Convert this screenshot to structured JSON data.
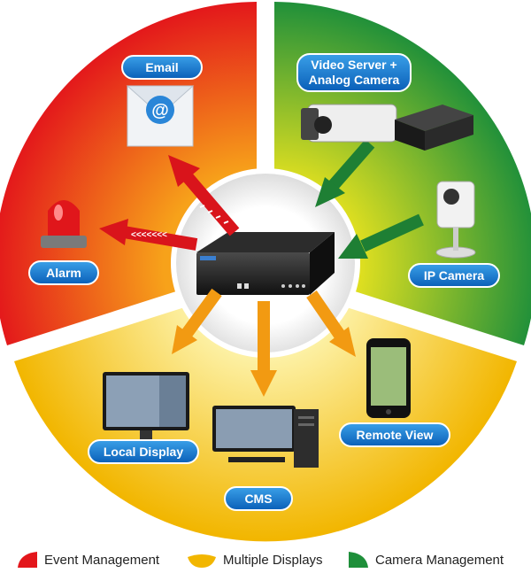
{
  "diagram": {
    "center_device": "nvr-device",
    "sectors": {
      "event": {
        "color_dark": "#e3161b",
        "color_light": "#f7a21a"
      },
      "camera": {
        "color_dark": "#1e8f3a",
        "color_light": "#d8df1f"
      },
      "display": {
        "color_dark": "#f2b600",
        "color_light": "#fde98a"
      }
    },
    "nodes": {
      "email": "Email",
      "video_server_line1": "Video Server +",
      "video_server_line2": "Analog Camera",
      "alarm": "Alarm",
      "ip_camera": "IP Camera",
      "local_display": "Local Display",
      "remote_view": "Remote View",
      "cms": "CMS"
    },
    "arrow_colors": {
      "red": "#d9141b",
      "green": "#1e7f34",
      "orange": "#f29a12"
    }
  },
  "legend": [
    {
      "label": "Event Management",
      "color": "#e3161b"
    },
    {
      "label": "Multiple Displays",
      "color": "#f2b600"
    },
    {
      "label": "Camera Management",
      "color": "#1e8f3a"
    }
  ]
}
